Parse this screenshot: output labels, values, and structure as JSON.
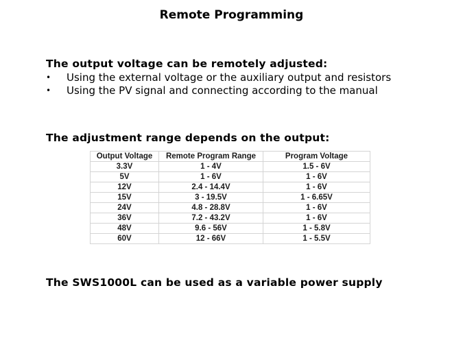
{
  "slide": {
    "title": "Remote Programming",
    "section1": {
      "heading": "The output voltage can be remotely adjusted:",
      "bullets": [
        {
          "marker": "•",
          "text": "Using the external voltage or the auxiliary output and resistors"
        },
        {
          "marker": "•",
          "text": "Using the PV signal and connecting according to the manual"
        }
      ]
    },
    "section2": {
      "heading": "The adjustment range depends on the output:"
    },
    "table": {
      "headers": [
        "Output Voltage",
        "Remote Program Range",
        "Program Voltage"
      ],
      "rows": [
        [
          "3.3V",
          "1 - 4V",
          "1.5 - 6V"
        ],
        [
          "5V",
          "1 - 6V",
          "1 - 6V"
        ],
        [
          "12V",
          "2.4 - 14.4V",
          "1 - 6V"
        ],
        [
          "15V",
          "3 - 19.5V",
          "1 - 6.65V"
        ],
        [
          "24V",
          "4.8 - 28.8V",
          "1 - 6V"
        ],
        [
          "36V",
          "7.2 - 43.2V",
          "1 - 6V"
        ],
        [
          "48V",
          "9.6 - 56V",
          "1 - 5.8V"
        ],
        [
          "60V",
          "12 - 66V",
          "1 - 5.5V"
        ]
      ]
    },
    "section3": {
      "heading": "The SWS1000L can be used as a variable power supply"
    }
  }
}
